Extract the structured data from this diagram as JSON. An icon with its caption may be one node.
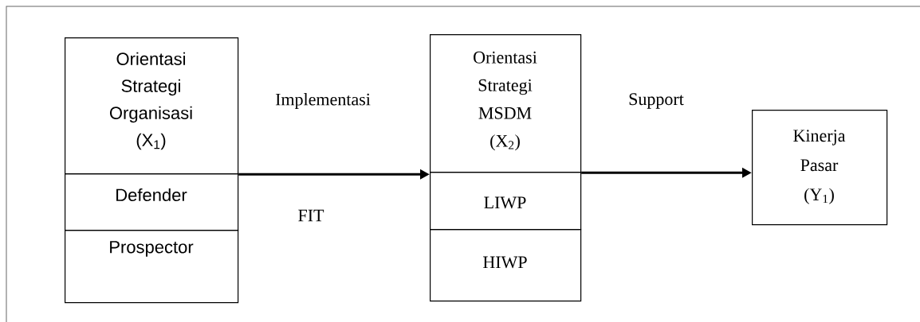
{
  "diagram": {
    "nodes": [
      {
        "text": [
          "Orientasi Strategi Organisasi (X$_{1}$)"
        ]
      },
      {
        "text": [
          "Defender"
        ]
      },
      {
        "text": [
          "Prospector"
        ]
      },
      {
        "text": [
          "Orientasi Strategi MSDM (X$_{2}$)"
        ]
      },
      {
        "text": [
          "LIWP"
        ]
      },
      {
        "text": [
          "HIWP"
        ]
      },
      {
        "text": [
          "Kinerja Pasar (Y$_{1}$)"
        ]
      }
    ],
    "edges": [
      {
        "from": 0,
        "to": 3,
        "arrow": "to",
        "label": "Implementasi"
      },
      {
        "from": 3,
        "to": 6,
        "arrow": "to",
        "label": "Support"
      }
    ],
    "labels": [
      "FIT"
    ]
  }
}
